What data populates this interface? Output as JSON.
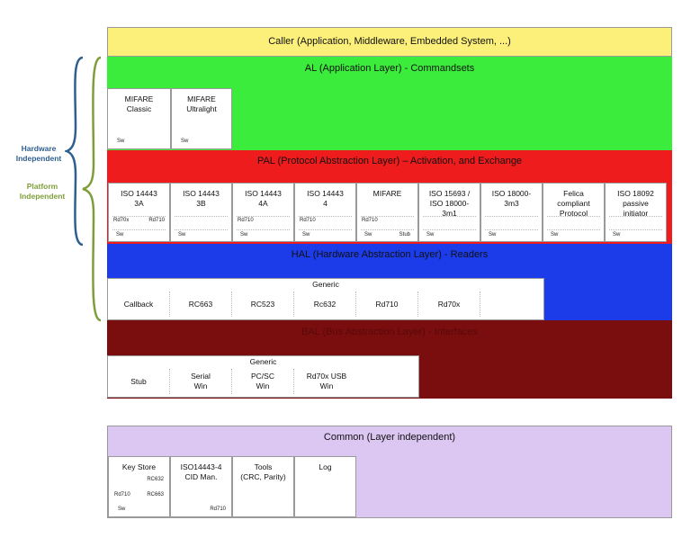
{
  "side_labels": {
    "hardware_independent": "Hardware\nIndependent",
    "platform_independent": "Platform\nIndependent"
  },
  "colors": {
    "caller": "#fcf07a",
    "al": "#3cec3c",
    "pal": "#ee1c1c",
    "hal": "#1c3cea",
    "bal": "#7a0e0e",
    "common": "#dcc6f2",
    "hardware_label": "#2e5f8f",
    "platform_label": "#7e9e3a"
  },
  "caller": {
    "title": "Caller (Application, Middleware, Embedded System, ...)"
  },
  "al": {
    "title": "AL (Application Layer) - Commandsets",
    "cells": [
      {
        "name": "MIFARE\nClassic",
        "sw": "Sw"
      },
      {
        "name": "MIFARE\nUltralight",
        "sw": "Sw"
      }
    ]
  },
  "pal": {
    "title": "PAL (Protocol Abstraction Layer) – Activation, and Exchange",
    "cells": [
      {
        "name": "ISO 14443\n3A",
        "tags": [
          "Rd70x",
          "Rd710"
        ],
        "sw": "Sw",
        "stub": ""
      },
      {
        "name": "ISO 14443\n3B",
        "tags": [],
        "sw": "Sw",
        "stub": ""
      },
      {
        "name": "ISO 14443\n4A",
        "tags": [
          "Rd710"
        ],
        "sw": "Sw",
        "stub": ""
      },
      {
        "name": "ISO 14443\n4",
        "tags": [
          "Rd710"
        ],
        "sw": "Sw",
        "stub": ""
      },
      {
        "name": "MIFARE",
        "tags": [
          "Rd710"
        ],
        "sw": "Sw",
        "stub": "Stub"
      },
      {
        "name": "ISO 15693 /\nISO 18000-\n3m1",
        "tags": [],
        "sw": "Sw",
        "stub": ""
      },
      {
        "name": "ISO 18000-\n3m3",
        "tags": [],
        "sw": "Sw",
        "stub": ""
      },
      {
        "name": "Felica\ncompliant\nProtocol",
        "tags": [],
        "sw": "Sw",
        "stub": ""
      },
      {
        "name": "ISO 18092\npassive\ninitiator",
        "tags": [],
        "sw": "Sw",
        "stub": ""
      }
    ]
  },
  "hal": {
    "title": "HAL (Hardware Abstraction Layer) - Readers",
    "generic": "Generic",
    "items": [
      "Callback",
      "RC663",
      "RC523",
      "Rc632",
      "Rd710",
      "Rd70x"
    ]
  },
  "bal": {
    "title": "BAL (Bus Abstraction Layer) - Interfaces",
    "generic": "Generic",
    "items": [
      "Stub",
      "Serial\nWin",
      "PC/SC\nWin",
      "Rd70x USB\nWin"
    ]
  },
  "common": {
    "title": "Common (Layer independent)",
    "cells": [
      {
        "name": "Key Store",
        "tags": [
          "RC632",
          "Rd710",
          "RC663",
          "Sw"
        ]
      },
      {
        "name": "ISO14443-4\nCID Man.",
        "tags": [
          "Rd710"
        ]
      },
      {
        "name": "Tools\n(CRC, Parity)",
        "tags": []
      },
      {
        "name": "Log",
        "tags": []
      }
    ]
  }
}
